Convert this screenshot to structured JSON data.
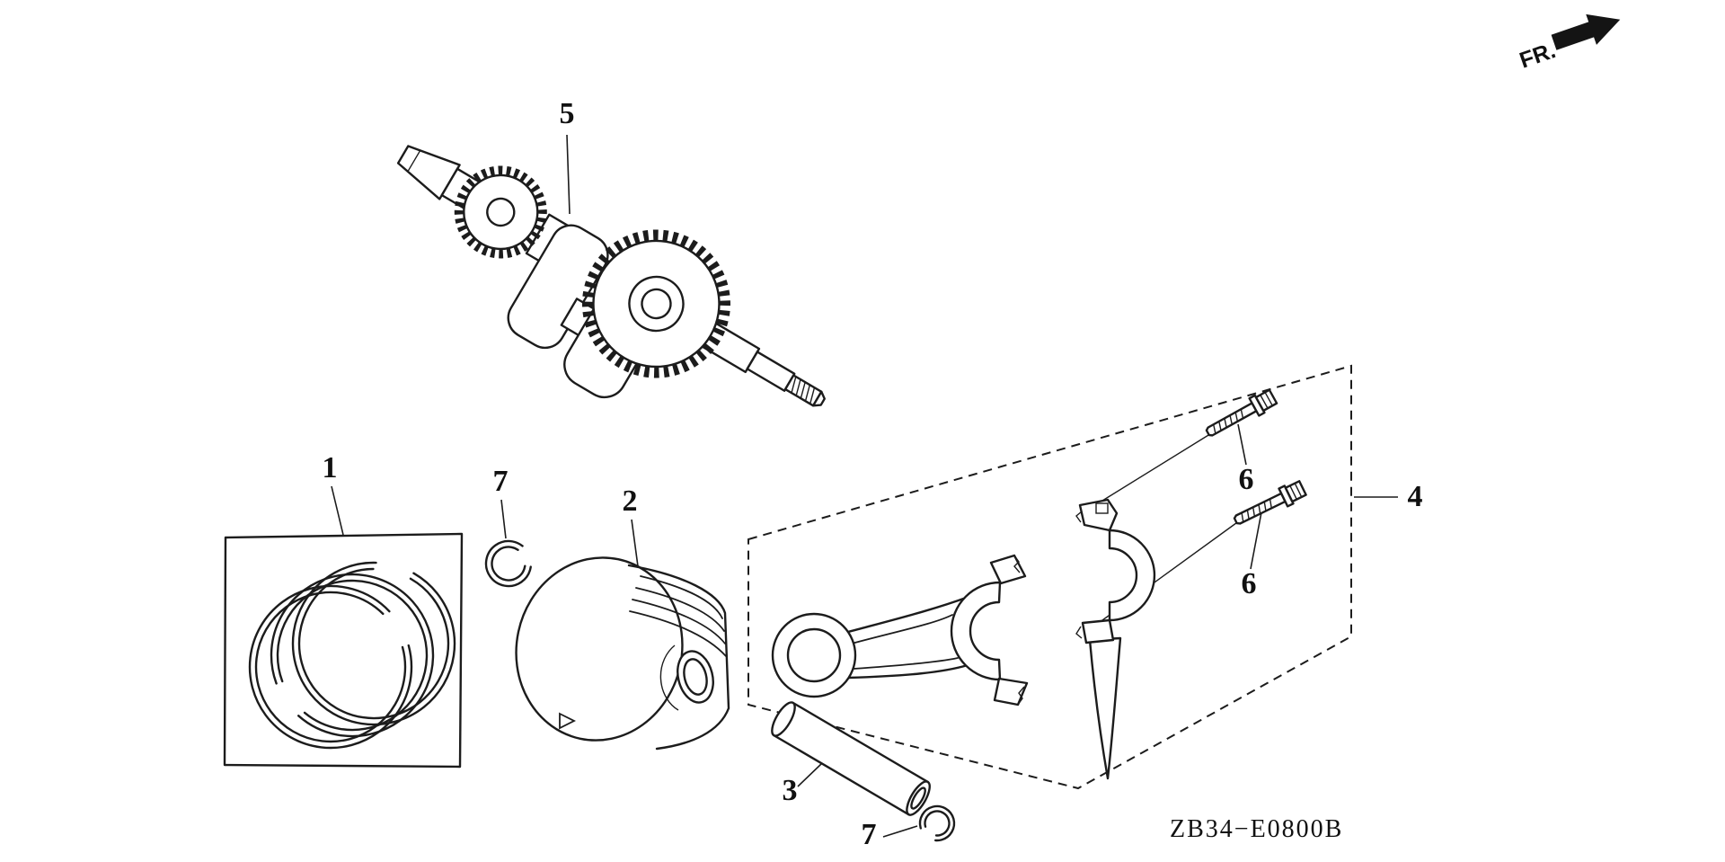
{
  "page": {
    "background_color": "#ffffff",
    "ink_color": "#1c1c1c"
  },
  "orientation_indicator": {
    "label": "FR."
  },
  "drawing_code": "ZB34−E0800B",
  "callouts": {
    "ring_set": "1",
    "piston": "2",
    "piston_pin": "3",
    "rod_assembly": "4",
    "crankshaft": "5",
    "bolt_upper": "6",
    "bolt_lower": "6",
    "clip_upper": "7",
    "clip_lower": "7"
  },
  "figures": [
    {
      "callout": "5",
      "name": "crankshaft"
    },
    {
      "callout": "1",
      "name": "piston-ring-set"
    },
    {
      "callout": "7",
      "name": "piston-pin-clip"
    },
    {
      "callout": "2",
      "name": "piston"
    },
    {
      "callout": "3",
      "name": "piston-pin"
    },
    {
      "callout": "4",
      "name": "connecting-rod-assembly"
    },
    {
      "callout": "6",
      "name": "connecting-rod-bolt"
    }
  ]
}
